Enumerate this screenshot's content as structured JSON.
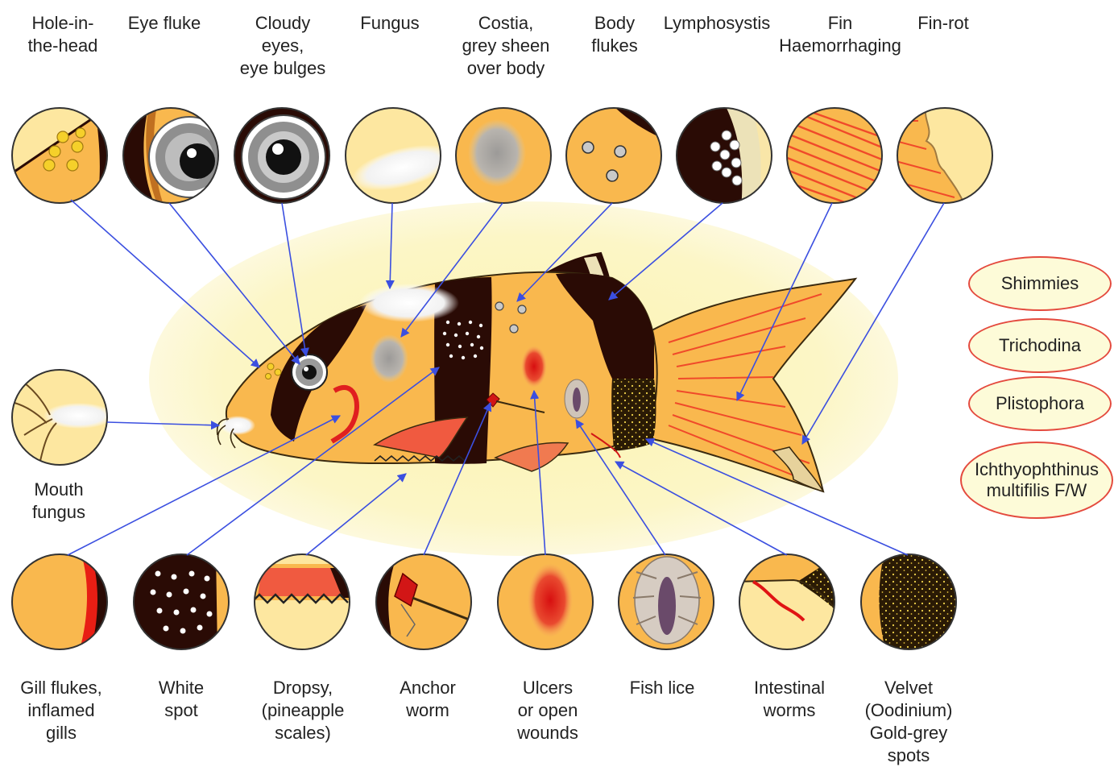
{
  "top_labels": [
    {
      "id": "hole-in-the-head",
      "text": "Hole-in-\nthe-head"
    },
    {
      "id": "eye-fluke",
      "text": "Eye fluke"
    },
    {
      "id": "cloudy-eyes",
      "text": "Cloudy\neyes,\neye bulges"
    },
    {
      "id": "fungus",
      "text": "Fungus"
    },
    {
      "id": "costia",
      "text": "Costia,\ngrey sheen\nover body"
    },
    {
      "id": "body-flukes",
      "text": "Body\nflukes"
    },
    {
      "id": "lymphosystis",
      "text": "Lymphosystis"
    },
    {
      "id": "fin-haemorrhaging",
      "text": "Fin\nHaemorrhaging"
    },
    {
      "id": "fin-rot",
      "text": "Fin-rot"
    }
  ],
  "side_label": {
    "id": "mouth-fungus",
    "text": "Mouth\nfungus"
  },
  "bottom_labels": [
    {
      "id": "gill-flukes",
      "text": "Gill flukes,\ninflamed\ngills"
    },
    {
      "id": "white-spot",
      "text": "White\nspot"
    },
    {
      "id": "dropsy",
      "text": "Dropsy,\n(pineapple\nscales)"
    },
    {
      "id": "anchor-worm",
      "text": "Anchor\nworm"
    },
    {
      "id": "ulcers",
      "text": "Ulcers\nor open\nwounds"
    },
    {
      "id": "fish-lice",
      "text": "Fish lice"
    },
    {
      "id": "intestinal-worms",
      "text": "Intestinal\nworms"
    },
    {
      "id": "velvet",
      "text": "Velvet\n(Oodinium)\nGold-grey\nspots"
    }
  ],
  "other_diseases": [
    {
      "id": "shimmies",
      "text": "Shimmies"
    },
    {
      "id": "trichodina",
      "text": "Trichodina"
    },
    {
      "id": "plistophora",
      "text": "Plistophora"
    },
    {
      "id": "ichthyophthinus",
      "text": "Ichthyophthinus\nmultifilis F/W"
    }
  ],
  "colors": {
    "arrow": "#3b4fe0",
    "fish_body": "#f9b84e",
    "fish_band": "#2a0b05",
    "background_glow": "#fcf6c0",
    "pill_border": "#e44a3e",
    "fin_stripe": "#f04a2a"
  }
}
